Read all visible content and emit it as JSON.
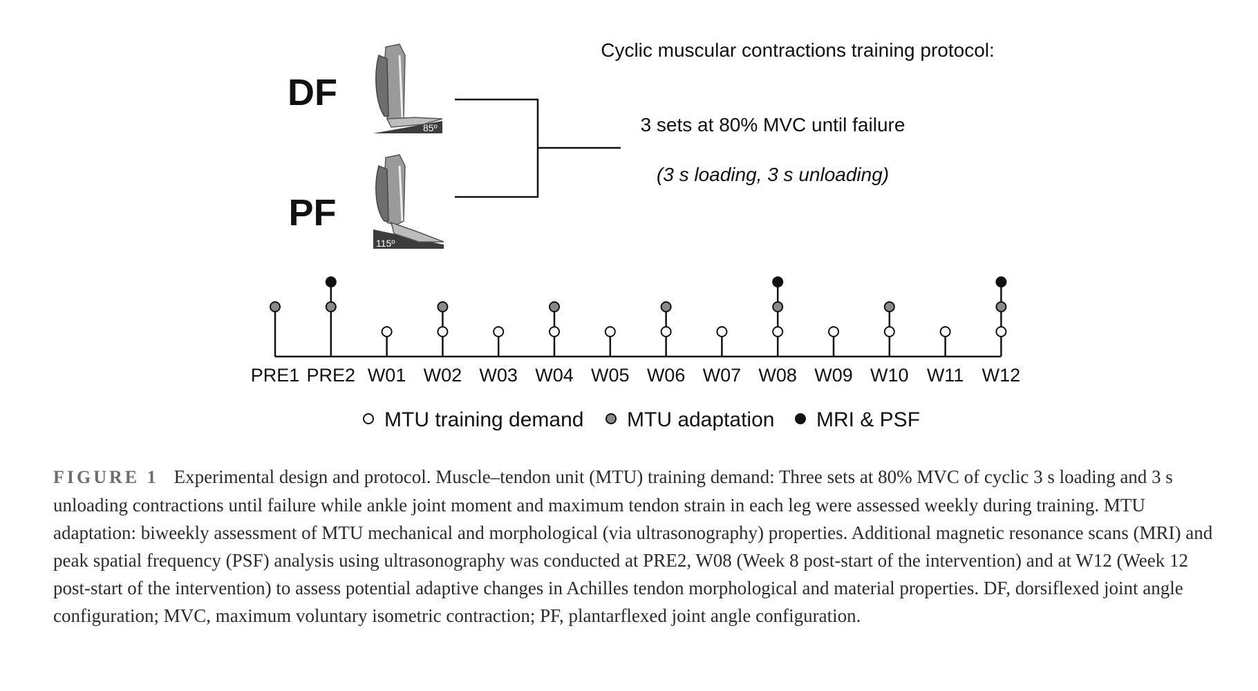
{
  "figure": {
    "conditions": [
      {
        "label": "DF",
        "angle": "85º"
      },
      {
        "label": "PF",
        "angle": "115º"
      }
    ],
    "protocol": {
      "title": "Cyclic muscular contractions training protocol:",
      "line1": "3 sets at 80% MVC until failure",
      "line2": "(3 s loading, 3 s unloading)"
    },
    "colors": {
      "mtu_training_demand": "#ffffff",
      "mtu_adaptation": "#8a8a8a",
      "mri_psf": "#111111"
    },
    "timeline": [
      {
        "label": "PRE1",
        "markers": [
          "mtu_adaptation"
        ]
      },
      {
        "label": "PRE2",
        "markers": [
          "mtu_adaptation",
          "mri_psf"
        ]
      },
      {
        "label": "W01",
        "markers": [
          "mtu_training_demand"
        ]
      },
      {
        "label": "W02",
        "markers": [
          "mtu_training_demand",
          "mtu_adaptation"
        ]
      },
      {
        "label": "W03",
        "markers": [
          "mtu_training_demand"
        ]
      },
      {
        "label": "W04",
        "markers": [
          "mtu_training_demand",
          "mtu_adaptation"
        ]
      },
      {
        "label": "W05",
        "markers": [
          "mtu_training_demand"
        ]
      },
      {
        "label": "W06",
        "markers": [
          "mtu_training_demand",
          "mtu_adaptation"
        ]
      },
      {
        "label": "W07",
        "markers": [
          "mtu_training_demand"
        ]
      },
      {
        "label": "W08",
        "markers": [
          "mtu_training_demand",
          "mtu_adaptation",
          "mri_psf"
        ]
      },
      {
        "label": "W09",
        "markers": [
          "mtu_training_demand"
        ]
      },
      {
        "label": "W10",
        "markers": [
          "mtu_training_demand",
          "mtu_adaptation"
        ]
      },
      {
        "label": "W11",
        "markers": [
          "mtu_training_demand"
        ]
      },
      {
        "label": "W12",
        "markers": [
          "mtu_training_demand",
          "mtu_adaptation",
          "mri_psf"
        ]
      }
    ],
    "legend": [
      {
        "key": "mtu_training_demand",
        "label": "MTU training demand"
      },
      {
        "key": "mtu_adaptation",
        "label": "MTU adaptation"
      },
      {
        "key": "mri_psf",
        "label": "MRI & PSF"
      }
    ]
  },
  "caption": {
    "label": "FIGURE 1",
    "text": "Experimental design and protocol. Muscle–tendon unit (MTU) training demand: Three sets at 80% MVC of cyclic 3 s loading and 3 s unloading contractions until failure while ankle joint moment and maximum tendon strain in each leg were assessed weekly during training. MTU adaptation: biweekly assessment of MTU mechanical and morphological (via ultrasonography) properties. Additional magnetic resonance scans (MRI) and peak spatial frequency (PSF) analysis using ultrasonography was conducted at PRE2, W08 (Week 8 post-start of the intervention) and at W12 (Week 12 post-start of the intervention) to assess potential adaptive changes in Achilles tendon morphological and material properties. DF, dorsiflexed joint angle configuration; MVC, maximum voluntary isometric contraction; PF, plantarflexed joint angle configuration."
  }
}
